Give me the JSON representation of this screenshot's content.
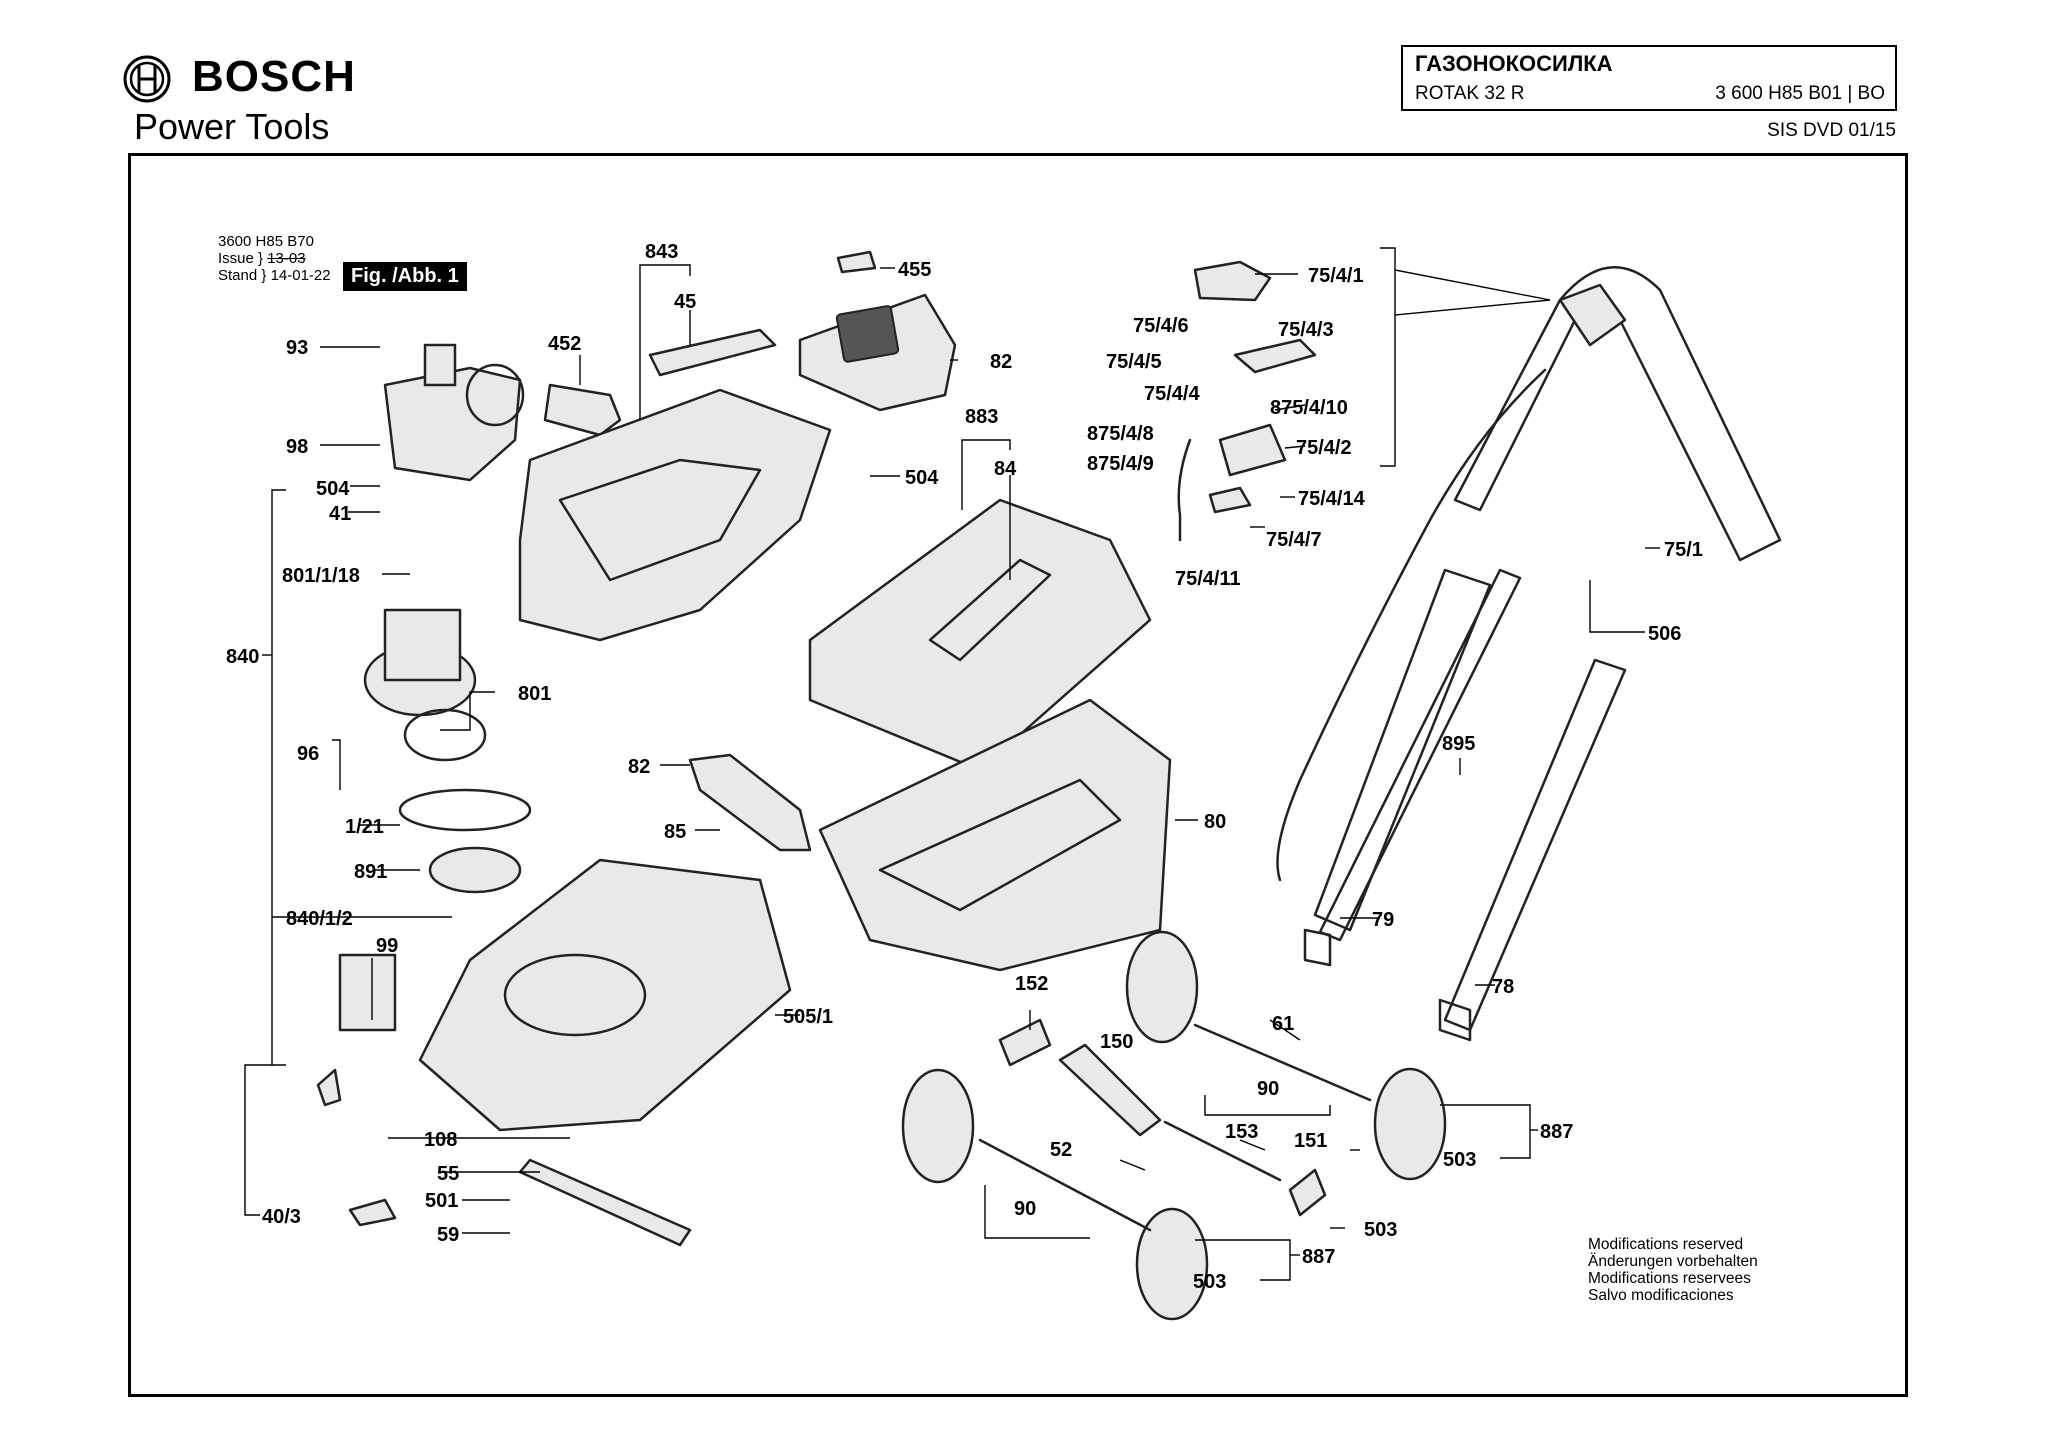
{
  "brand": {
    "name": "BOSCH",
    "subtitle": "Power Tools",
    "logo_icon": "bosch-armature-icon"
  },
  "title_block": {
    "title": "ГАЗОНОКОСИЛКА",
    "model": "ROTAK 32 R",
    "part_number": "3 600 H85 B01 | BO",
    "dvd": "SIS DVD 01/15"
  },
  "revision": {
    "drawing_number": "3600 H85 B70",
    "issue_label": "Issue",
    "issue_value": "13-03",
    "stand_label": "Stand",
    "stand_value": "14-01-22"
  },
  "figure_label": "Fig. /Abb. 1",
  "modifications": [
    "Modifications reserved",
    "Änderungen vorbehalten",
    "Modifications reservees",
    "Salvo modificaciones"
  ],
  "callouts": [
    "93",
    "98",
    "504",
    "41",
    "801/1/18",
    "840",
    "801",
    "96",
    "1/21",
    "891",
    "840/1/2",
    "99",
    "40/3",
    "108",
    "55",
    "501",
    "59",
    "843",
    "45",
    "452",
    "455",
    "82",
    "504",
    "883",
    "84",
    "82",
    "85",
    "505/1",
    "80",
    "152",
    "150",
    "52",
    "90",
    "153",
    "151",
    "503",
    "887",
    "503",
    "61",
    "90",
    "503",
    "887",
    "75/4/1",
    "75/4/6",
    "75/4/3",
    "75/4/5",
    "75/4/4",
    "875/4/10",
    "875/4/8",
    "75/4/2",
    "875/4/9",
    "75/4/14",
    "75/4/7",
    "75/4/11",
    "75/1",
    "506",
    "895",
    "79",
    "78"
  ]
}
